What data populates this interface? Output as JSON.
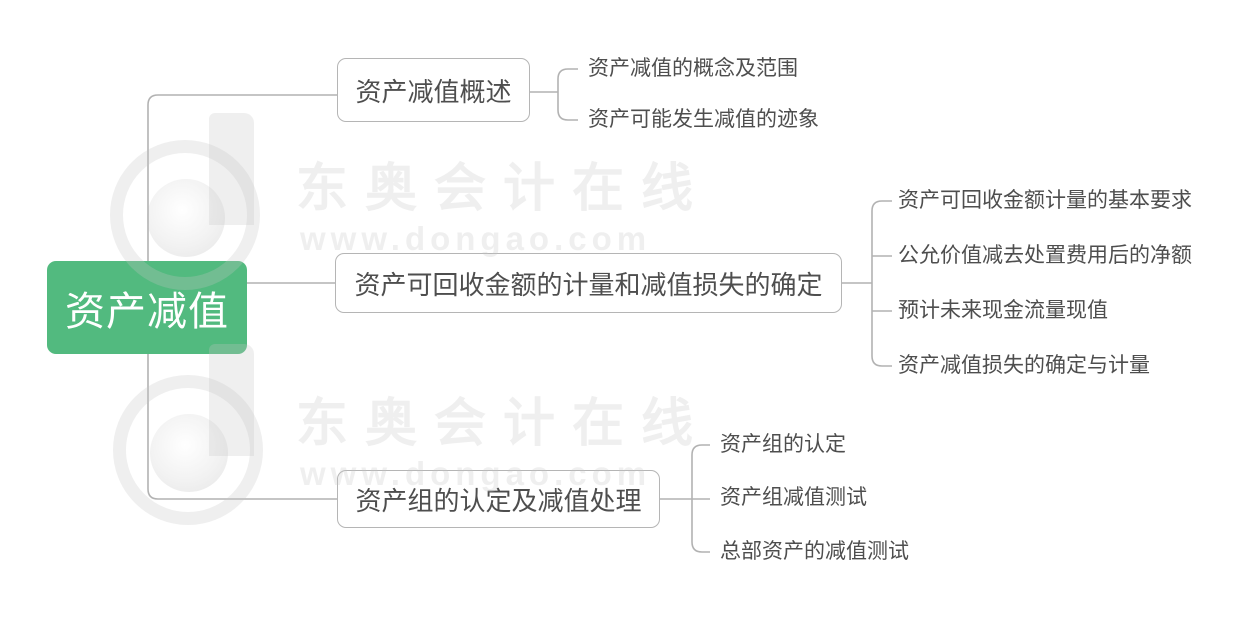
{
  "root": {
    "label": "资产减值"
  },
  "branches": [
    {
      "label": "资产减值概述",
      "children": [
        "资产减值的概念及范围",
        "资产可能发生减值的迹象"
      ]
    },
    {
      "label": "资产可回收金额的计量和减值损失的确定",
      "children": [
        "资产可回收金额计量的基本要求",
        "公允价值减去处置费用后的净额",
        "预计未来现金流量现值",
        "资产减值损失的确定与计量"
      ]
    },
    {
      "label": "资产组的认定及减值处理",
      "children": [
        "资产组的认定",
        "资产组减值测试",
        "总部资产的减值测试"
      ]
    }
  ],
  "watermark": {
    "title": "东奥会计在线",
    "url": "www.dongao.com"
  },
  "colors": {
    "root_bg": "#52ba7f",
    "line_color": "#b2b2b2",
    "border_color": "#b5b5b5",
    "text_color": "#4e4e4e",
    "wm_color": "rgba(196,196,196,0.28)"
  }
}
